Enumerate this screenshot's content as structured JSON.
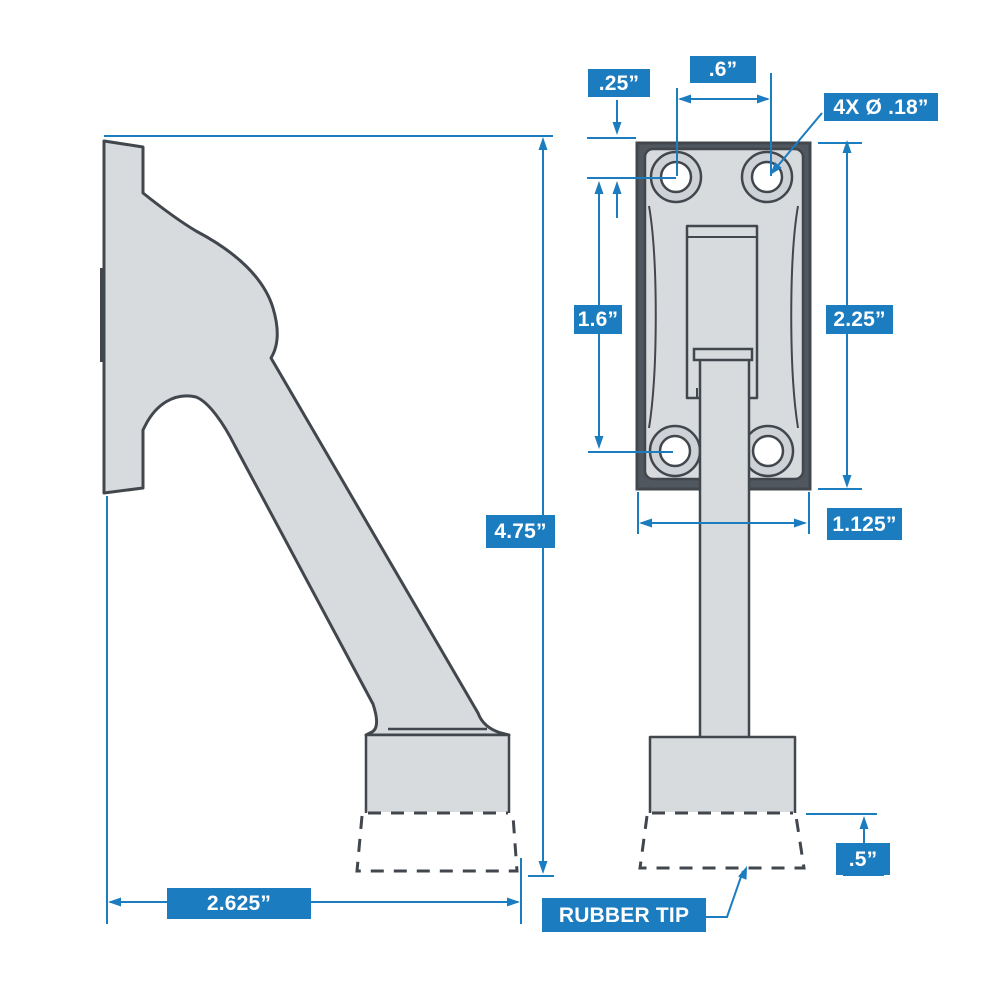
{
  "dimensions": {
    "hole_edge_offset": ".25”",
    "hole_spacing_horizontal": ".6”",
    "hole_diameter_callout": "4X Ø .18”",
    "hole_spacing_vertical": "1.6”",
    "plate_height": "2.25”",
    "overall_height": "4.75”",
    "plate_width": "1.125”",
    "base_reach": "2.625”",
    "rubber_tip_height": ".5”",
    "rubber_tip_label": "RUBBER TIP"
  },
  "colors": {
    "accent": "#1c7cc0",
    "outline": "#41474d",
    "part_fill": "#d8dbde",
    "band": "#51575e",
    "ring": "#ced2d6",
    "hole_fill": "#ffffff",
    "label_text": "#ffffff",
    "bg": "#ffffff"
  }
}
